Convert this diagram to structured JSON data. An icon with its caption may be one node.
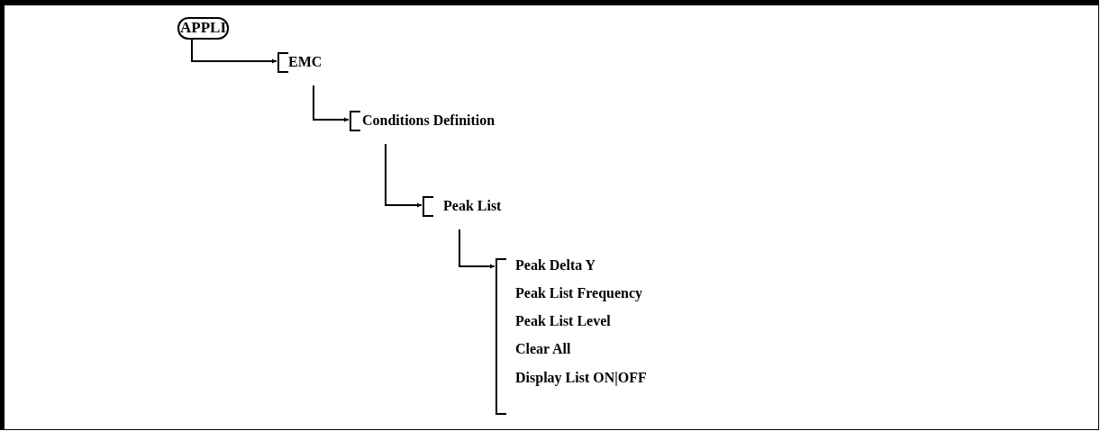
{
  "diagram": {
    "nodes": [
      {
        "text": [
          "APPLI"
        ]
      },
      {
        "text": [
          "EMC"
        ]
      },
      {
        "text": [
          "Conditions Definition"
        ]
      },
      {
        "text": [
          "Peak List"
        ]
      },
      {
        "text": [
          "Peak Delta Y",
          "Peak List Frequency",
          "Peak List Level",
          "Clear All",
          "Display List ON|OFF"
        ]
      }
    ],
    "edges": [
      {
        "from": 0,
        "to": 1,
        "arrow": "to"
      },
      {
        "from": 1,
        "to": 2,
        "arrow": "to"
      },
      {
        "from": 2,
        "to": 3,
        "arrow": "to"
      },
      {
        "from": 3,
        "to": 4,
        "arrow": "to"
      }
    ]
  }
}
